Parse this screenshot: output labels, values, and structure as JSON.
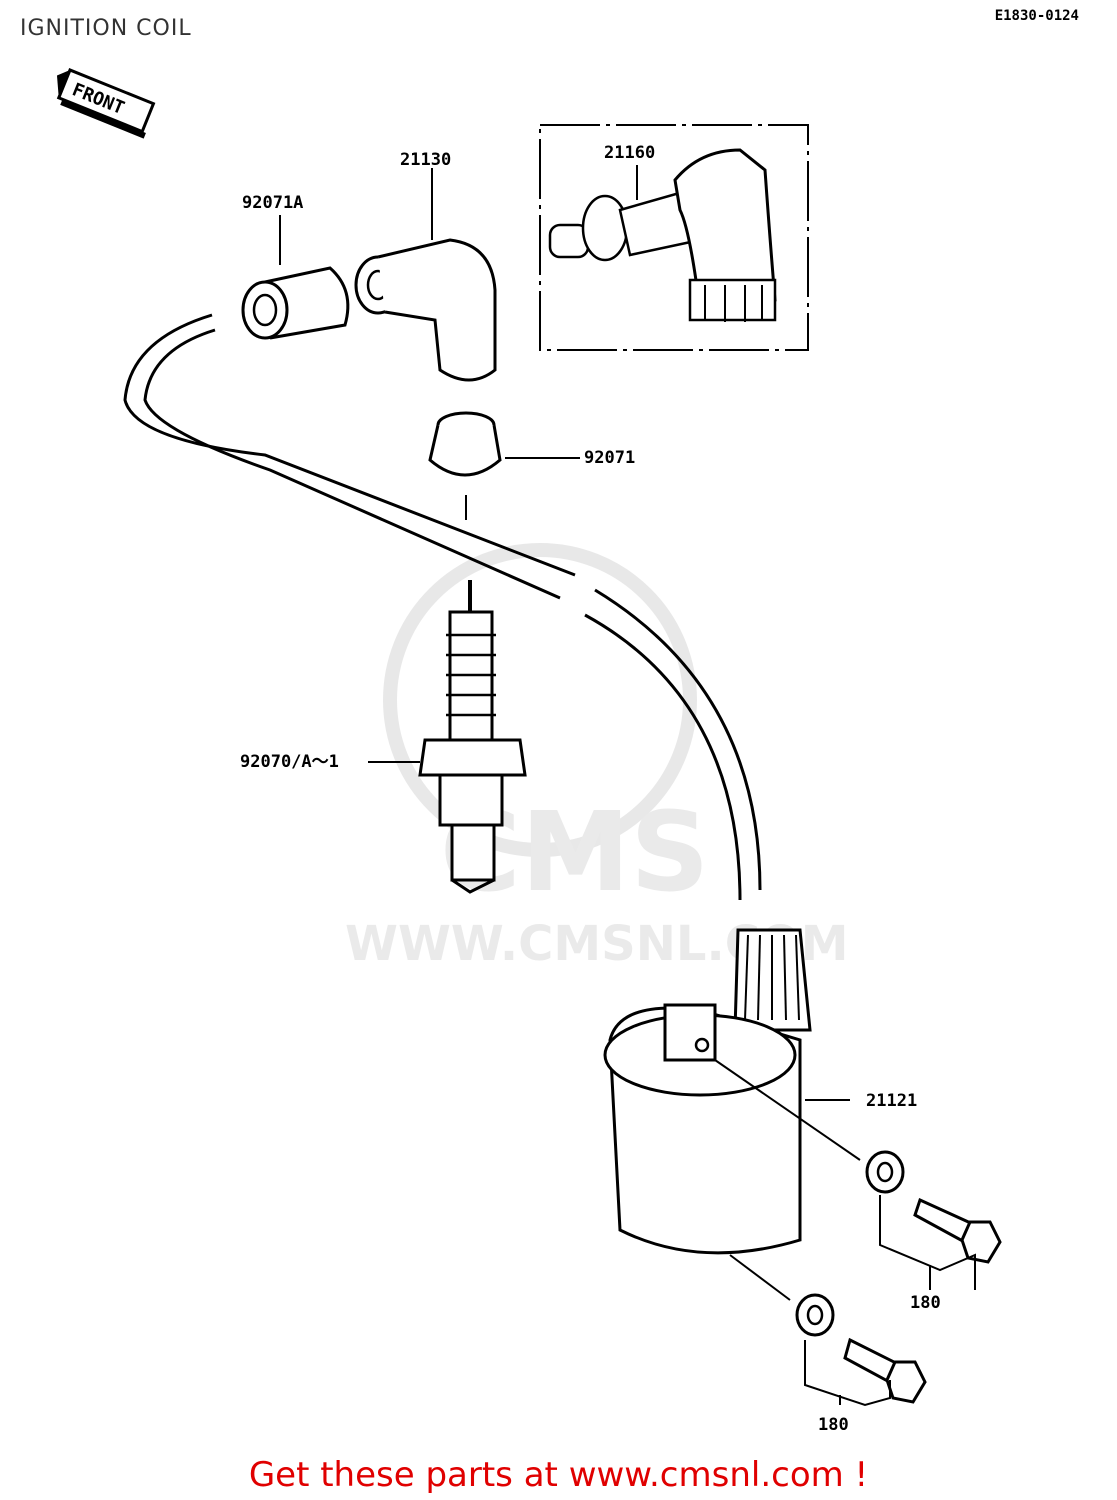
{
  "header": {
    "title": "IGNITION COIL",
    "diagram_code": "E1830-0124"
  },
  "front_marker": "FRONT",
  "watermark": {
    "brand": "CMS",
    "url": "WWW.CMSNL.COM"
  },
  "parts": {
    "p92071A": "92071A",
    "p21130": "21130",
    "p21160": "21160",
    "p92071": "92071",
    "p92070": "92070/A～1",
    "p21121": "21121",
    "p180a": "180",
    "p180b": "180"
  },
  "footer": {
    "cta_prefix": "Get these parts at ",
    "cta_link": "www.cmsnl.com",
    "cta_suffix": " !"
  }
}
